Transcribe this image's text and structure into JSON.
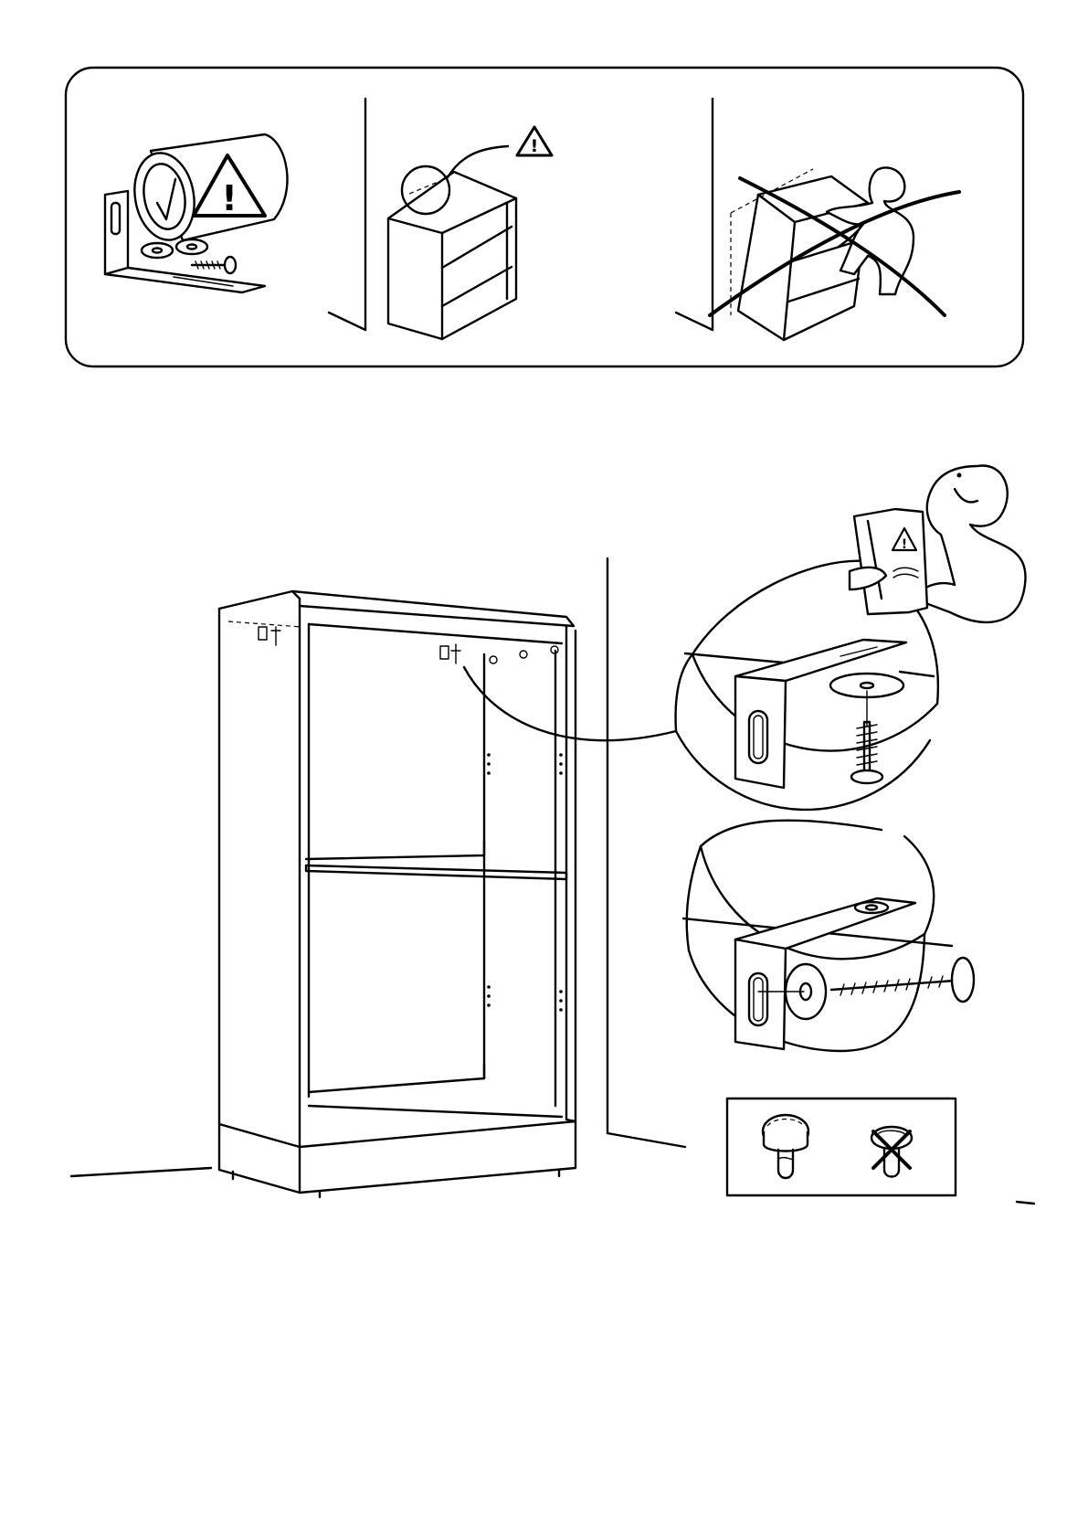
{
  "page": {
    "background": "#ffffff",
    "ink": "#000000"
  },
  "warning_panel": {
    "panels": [
      {
        "name": "hardware-warning-panel",
        "icon": "warning-triangle-icon",
        "mark": "!"
      },
      {
        "name": "wall-fix-warning-panel",
        "icon": "warning-triangle-icon",
        "mark": "!"
      },
      {
        "name": "tip-over-prohibited-panel",
        "icon": "cross-prohibited-icon"
      }
    ]
  },
  "main_step": {
    "icons": [
      "bookcase-icon",
      "wall-bracket-icon",
      "screw-icon",
      "washer-icon",
      "person-reading-manual-icon"
    ],
    "booklet_mark": "!"
  },
  "screw_head_panel": {
    "correct_icon": "screw-head-correct-icon",
    "wrong_icon": "screw-head-wrong-icon"
  }
}
